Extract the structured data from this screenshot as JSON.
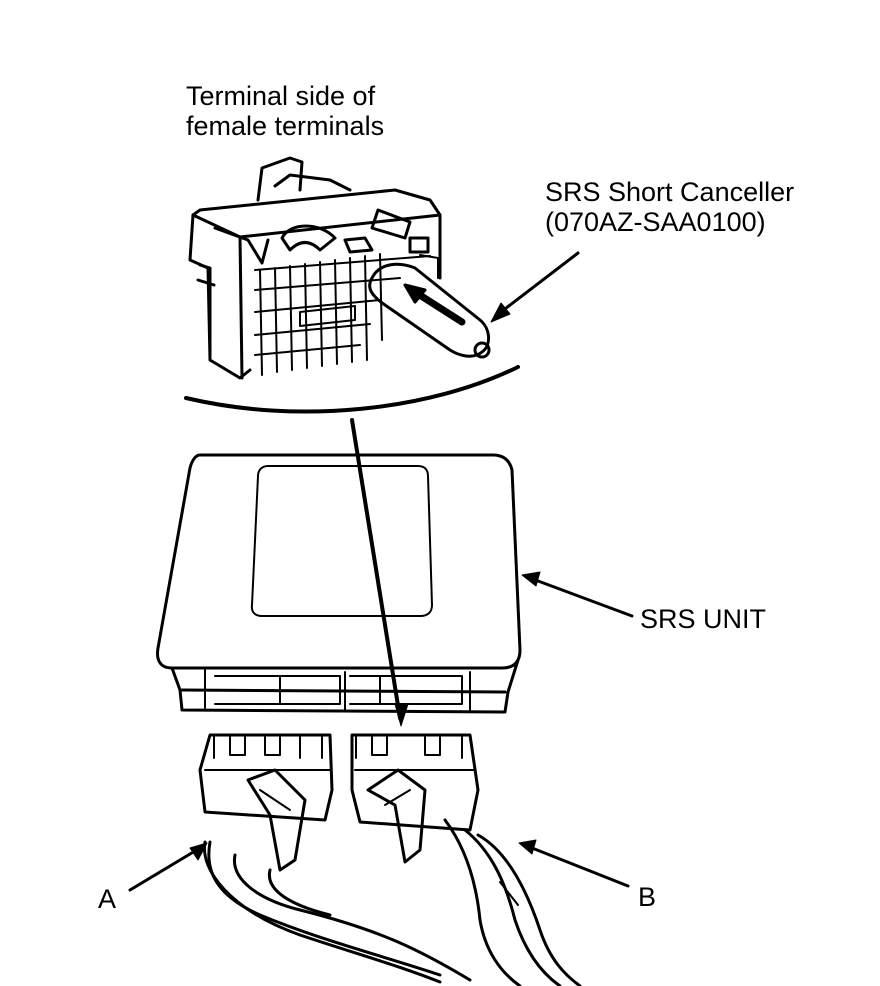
{
  "labels": {
    "terminal_side": [
      "Terminal side of",
      "female terminals"
    ],
    "short_canceller": [
      "SRS Short Canceller",
      "(070AZ-SAA0100)"
    ],
    "srs_unit": "SRS UNIT",
    "connector_a": "A",
    "connector_b": "B"
  }
}
